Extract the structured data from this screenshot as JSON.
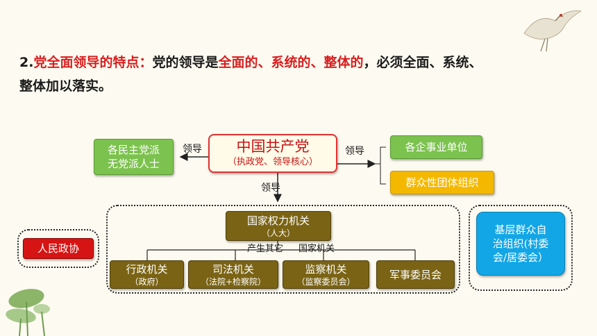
{
  "heading": {
    "number": "2.",
    "title": "党全面领导的特点：",
    "text1": "党的领导是",
    "emph": "全面的、系统的、整体的",
    "text2": "，必须全面、系统、",
    "line2": "整体加以落实。"
  },
  "diagram": {
    "party": {
      "name": "中国共产党",
      "sub": "（执政党、领导核心）"
    },
    "lead_label_left": "领导",
    "lead_label_right": "领导",
    "lead_label_down": "领导",
    "democratic_parties": {
      "line1": "各民主党派",
      "line2": "无党派人士"
    },
    "enterprises": "各企事业单位",
    "mass_organizations": "群众性团体组织",
    "cppcc": "人民政协",
    "npc": {
      "name": "国家权力机关",
      "sub": "（人大）"
    },
    "produce_label": "产生其它",
    "state_organs_label": "国家机关",
    "organs": [
      {
        "name": "行政机关",
        "sub": "（政府）"
      },
      {
        "name": "司法机关",
        "sub": "（法院+检察院）"
      },
      {
        "name": "监察机关",
        "sub": "（监察委员会）"
      },
      {
        "name": "军事委员会",
        "sub": ""
      }
    ],
    "grassroots": {
      "line1": "基层群众自",
      "line2": "治组织(村委",
      "line3": "会/居委会）"
    }
  },
  "colors": {
    "green": "#7cc24e",
    "gold": "#f5b800",
    "olive": "#7a6314",
    "red": "#d61414",
    "blue": "#12a6e6",
    "accent_red": "#d81e1e"
  }
}
